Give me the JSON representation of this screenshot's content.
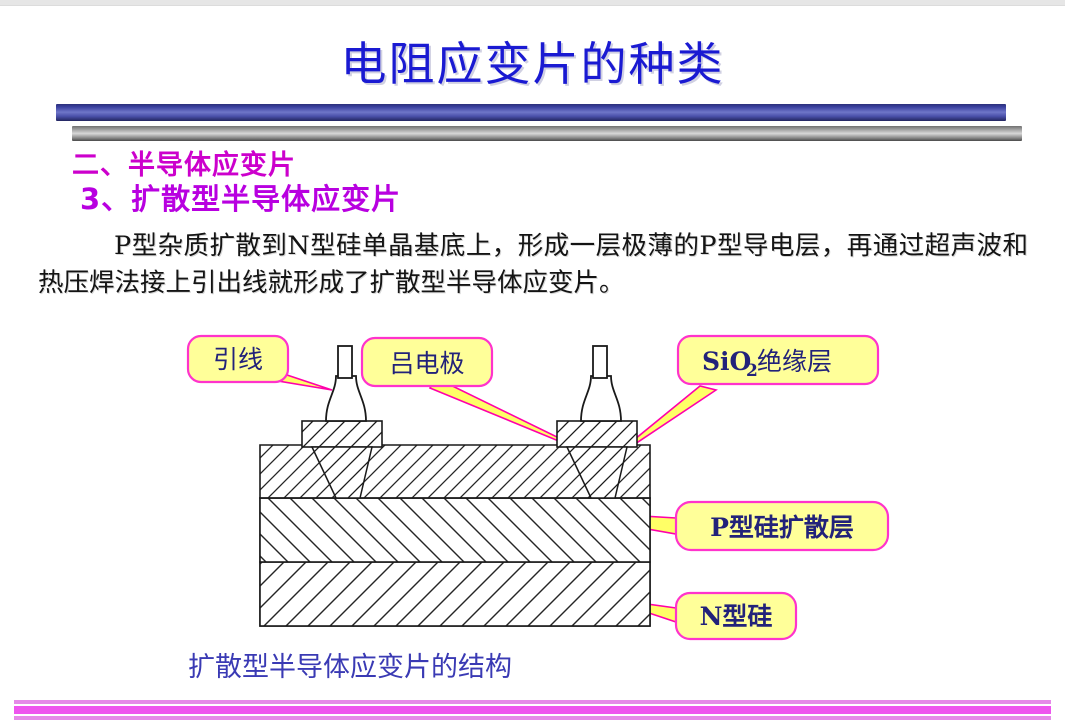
{
  "slide": {
    "title": "电阻应变片的种类",
    "title_color": "#1a1ad2",
    "heading_1": "二、半导体应变片",
    "heading_2": "3、扩散型半导体应变片",
    "heading_color": "#cc00cc",
    "body_text": "P型杂质扩散到N型硅单晶基底上，形成一层极薄的P型导电层，再通过超声波和热压焊法接上引出线就形成了扩散型半导体应变片。"
  },
  "figure": {
    "caption": "扩散型半导体应变片的结构",
    "caption_color": "#3a3ab4",
    "callout_fill": "#ffff99",
    "callout_border": "#ff33cc",
    "callout_text_color": "#22227a",
    "leader_fill": "#ffff66",
    "leader_stroke": "#ff00aa",
    "line_color": "#1a1a1a",
    "labels": {
      "lead_wire": "引线",
      "electrode": "吕电极",
      "insulator_prefix": "SiO",
      "insulator_sub": "2",
      "insulator_suffix": "绝缘层",
      "p_layer": "P型硅扩散层",
      "n_substrate": "N型硅"
    }
  },
  "decor": {
    "rule_blue_color": "#3b41a0",
    "rule_gray_color": "#9a9a9a",
    "bottom_line_color": "#ee55ee"
  }
}
